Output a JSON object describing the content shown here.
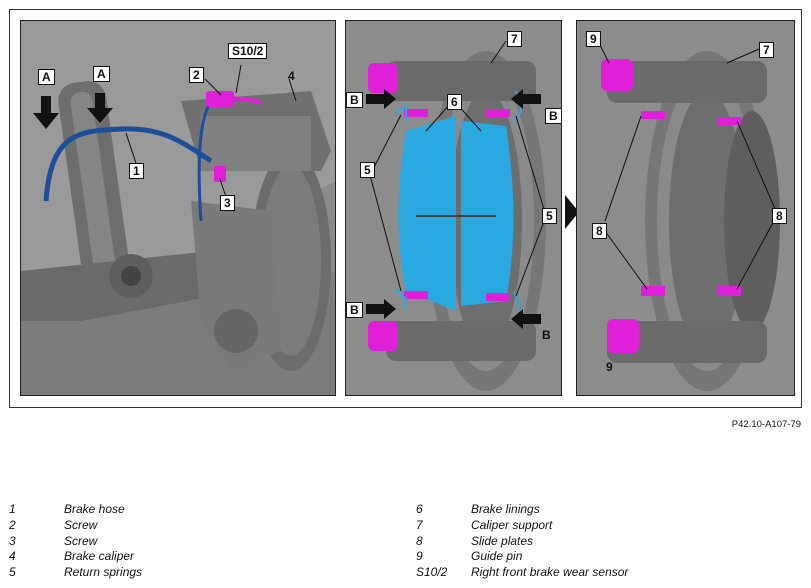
{
  "reference_code": "P42.10-A107-79",
  "panel1": {
    "labels": {
      "a1": "A",
      "a2": "A",
      "l1": "1",
      "l2": "2",
      "l3": "3",
      "l4": "4",
      "s10": "S10/2"
    }
  },
  "panel2": {
    "labels": {
      "l7": "7",
      "l6": "6",
      "l5a": "5",
      "l5b": "5",
      "bTL": "B",
      "bTR": "B",
      "bBL": "B",
      "bBR": "B"
    }
  },
  "panel3": {
    "labels": {
      "l9a": "9",
      "l7": "7",
      "l8a": "8",
      "l8b": "8",
      "l9b": "9"
    }
  },
  "legend": {
    "left": [
      {
        "num": "1",
        "text": "Brake hose"
      },
      {
        "num": "2",
        "text": "Screw"
      },
      {
        "num": "3",
        "text": "Screw"
      },
      {
        "num": "4",
        "text": "Brake caliper"
      },
      {
        "num": "5",
        "text": "Return springs"
      }
    ],
    "right": [
      {
        "num": "6",
        "text": "Brake linings"
      },
      {
        "num": "7",
        "text": "Caliper support"
      },
      {
        "num": "8",
        "text": "Slide plates"
      },
      {
        "num": "9",
        "text": "Guide pin"
      },
      {
        "num": "S10/2",
        "text": "Right front brake wear sensor"
      }
    ]
  },
  "colors": {
    "highlight_magenta": "#e020d8",
    "highlight_blue": "#2aa8e0",
    "hose_blue": "#1d4e9a",
    "metal_gray": "#7a7a7a"
  }
}
